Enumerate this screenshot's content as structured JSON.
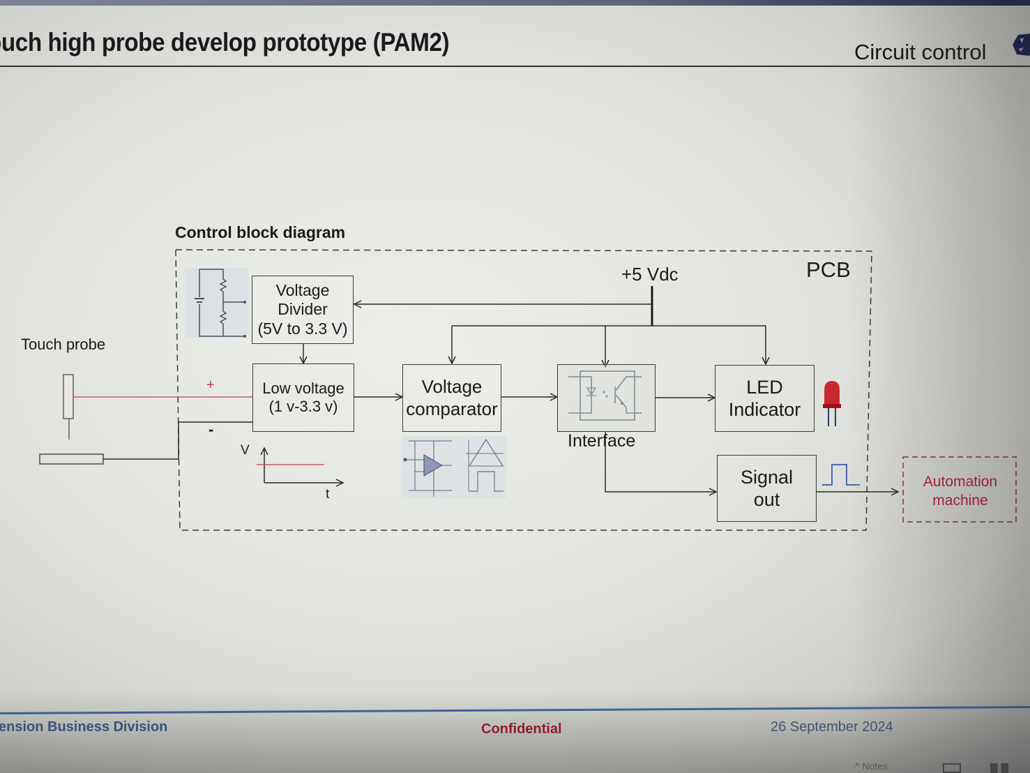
{
  "header": {
    "title": "ouch high probe develop prototype (PAM2)",
    "section": "Circuit control"
  },
  "diagram": {
    "caption": "Control block diagram",
    "pcb_label": "PCB",
    "supply_label": "+5 Vdc",
    "touch_probe_label": "Touch probe",
    "plus_sign": "+",
    "minus_sign": "-",
    "graph_v_label": "V",
    "graph_t_label": "t",
    "blocks": {
      "voltage_divider": [
        "Voltage",
        "Divider",
        "(5V to 3.3 V)"
      ],
      "low_voltage": [
        "Low voltage",
        "(1 v-3.3 v)"
      ],
      "voltage_comparator": [
        "Voltage",
        "comparator"
      ],
      "interface_label": "Interface",
      "led_indicator": [
        "LED",
        "Indicator"
      ],
      "signal_out": [
        "Signal",
        "out"
      ],
      "automation_machine": [
        "Automation",
        "machine"
      ]
    },
    "colors": {
      "line": "#2a2a2a",
      "probe_positive": "#c0404a",
      "led_red": "#c8141c",
      "pulse_blue": "#3c5aa8",
      "automation_text": "#b0203a"
    }
  },
  "footer": {
    "division": "ension Business Division",
    "confidential": "Confidential",
    "date": "26 September 2024",
    "notes_label": "Notes"
  }
}
